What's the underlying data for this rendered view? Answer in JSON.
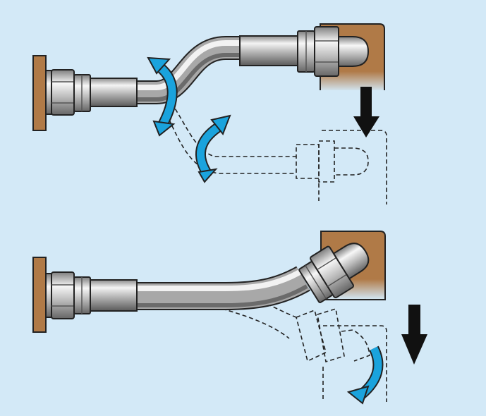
{
  "diagram": {
    "background_color": "#d3e9f7",
    "wall_color": "#b07a47",
    "arrow_color": "#1aa3dd",
    "motion_arrow_color": "#000000",
    "icons": {
      "rotation_arrow": "curved-double-arrow-icon",
      "movement_arrow": "down-arrow-icon"
    },
    "panels": [
      {
        "id": "top",
        "hose_state": "bent-offset",
        "ghost_hose_state": "straight-displaced",
        "rotation_arrows": 2,
        "movement": "down"
      },
      {
        "id": "bottom",
        "hose_state": "angled-end",
        "ghost_hose_state": "angled-displaced",
        "rotation_arrows": 1,
        "movement": "down"
      }
    ]
  }
}
